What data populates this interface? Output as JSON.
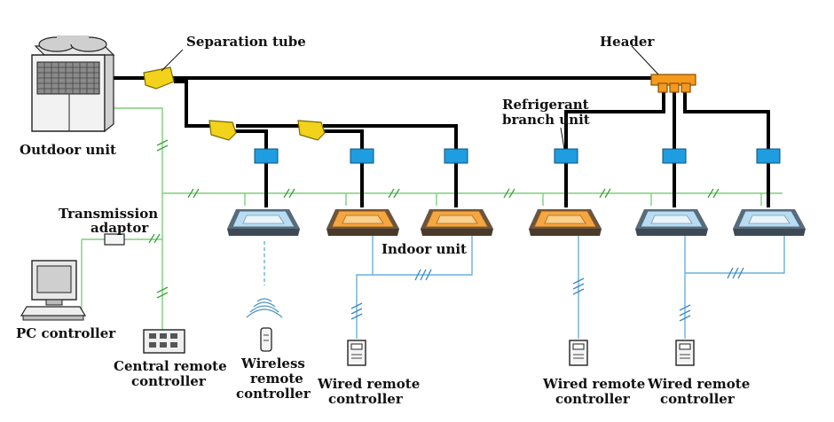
{
  "labels": {
    "outdoor_unit": "Outdoor unit",
    "separation_tube": "Separation tube",
    "header": "Header",
    "refrigerant_branch_line1": "Refrigerant",
    "refrigerant_branch_line2": "branch unit",
    "transmission_line1": "Transmission",
    "transmission_line2": "adaptor",
    "pc_controller": "PC controller",
    "central_line1": "Central remote",
    "central_line2": "controller",
    "wireless_line1": "Wireless",
    "wireless_line2": "remote",
    "wireless_line3": "controller",
    "indoor_unit": "Indoor unit",
    "wired1_line1": "Wired remote",
    "wired1_line2": "controller",
    "wired2_line1": "Wired remote",
    "wired2_line2": "controller",
    "wired3_line1": "Wired remote",
    "wired3_line2": "controller"
  },
  "colors": {
    "refrigerant_pipe": "#000000",
    "transmission_line": "#7ccf7c",
    "remote_line": "#6ab0d8",
    "separation_tube": "#f2d21a",
    "header": "#f59a1c",
    "branch_unit": "#1e9ee0",
    "indoor_unit_blue": "#b9dcf0",
    "indoor_unit_orange": "#f5a640"
  }
}
